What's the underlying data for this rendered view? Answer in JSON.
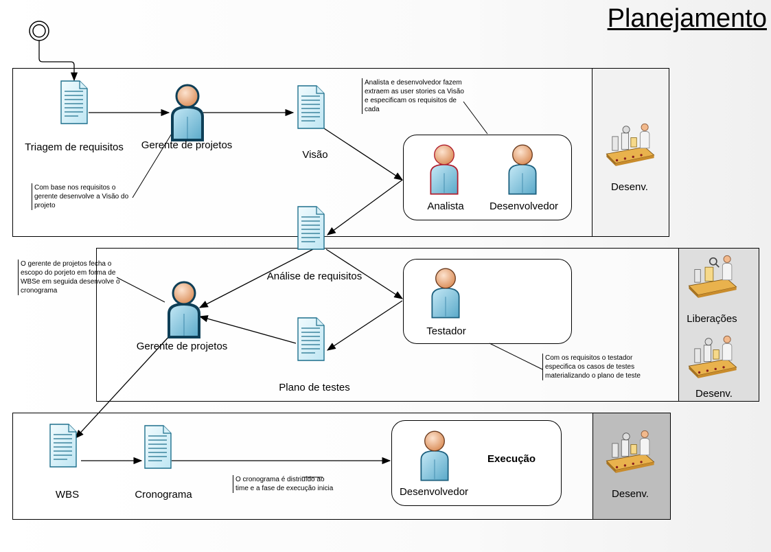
{
  "title": "Planejamento",
  "lanes": {
    "top": {
      "side_label": "Desenv.",
      "nodes": {
        "triagem": "Triagem de requisitos",
        "gerente": "Gerente de projetos",
        "visao": "Visão",
        "analista": "Analista",
        "desenvolvedor": "Desenvolvedor"
      },
      "notes": {
        "analista_note": "Analista e desenvolvedor fazem extraem as user stories ca Visão e especificam os requisitos de cada",
        "gerente_note": "Com base nos requisitos o gerente desenvolve a Visão do projeto"
      }
    },
    "middle": {
      "side_labels": [
        "Liberações",
        "Desenv."
      ],
      "nodes": {
        "analise": "Análise de requisitos",
        "gerente": "Gerente de projetos",
        "plano": "Plano de testes",
        "testador": "Testador"
      },
      "notes": {
        "gerente_note": "O gerente de projetos fecha o escopo do porjeto em forma de WBSe em seguida desenvolve o cronograma",
        "testador_note": "Com os requisitos o testador especifica os casos de testes materializando o plano de teste"
      }
    },
    "bottom": {
      "side_label": "Desenv.",
      "nodes": {
        "wbs": "WBS",
        "cronograma": "Cronograma",
        "desenvolvedor": "Desenvolvedor",
        "execucao": "Execução"
      },
      "notes": {
        "cronograma_note": "O cronograma é distriuído ao time e a fase de execução inicia"
      }
    }
  },
  "colors": {
    "document_fill": "#dff4fb",
    "document_stroke": "#1d6f8c",
    "person_body": "#8ecfe8",
    "person_head": "#f2b98c",
    "side_panel_light": "#f2f2f2",
    "side_panel_mid": "#dedede",
    "side_panel_dark": "#bdbdbd"
  }
}
